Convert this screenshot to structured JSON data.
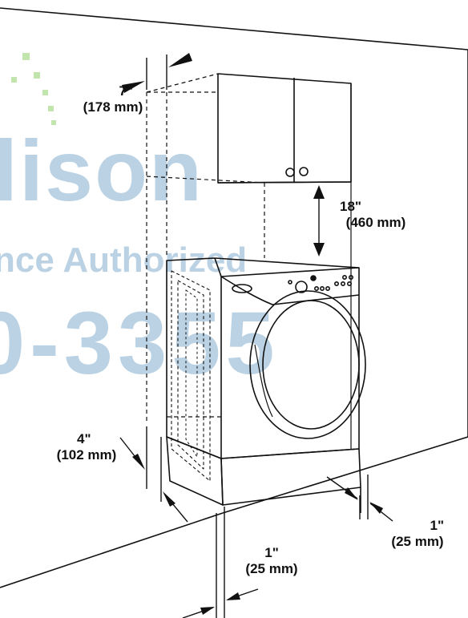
{
  "dimensions": {
    "side_clearance": {
      "inch": "7\"",
      "mm": "(178 mm)"
    },
    "cabinet_clearance": {
      "inch": "18\"",
      "mm": "(460 mm)"
    },
    "rear_clearance": {
      "inch": "4\"",
      "mm": "(102 mm)"
    },
    "front_clearance": {
      "inch": "1\"",
      "mm": "(25 mm)"
    },
    "right_clearance": {
      "inch": "1\"",
      "mm": "(25 mm)"
    }
  },
  "watermark": {
    "word": "lison",
    "line2": "nce Authorized",
    "line3": "0-3355"
  },
  "colors": {
    "line": "#111111",
    "watermark": "#3b7fb0",
    "dots": "#8fd06a"
  }
}
